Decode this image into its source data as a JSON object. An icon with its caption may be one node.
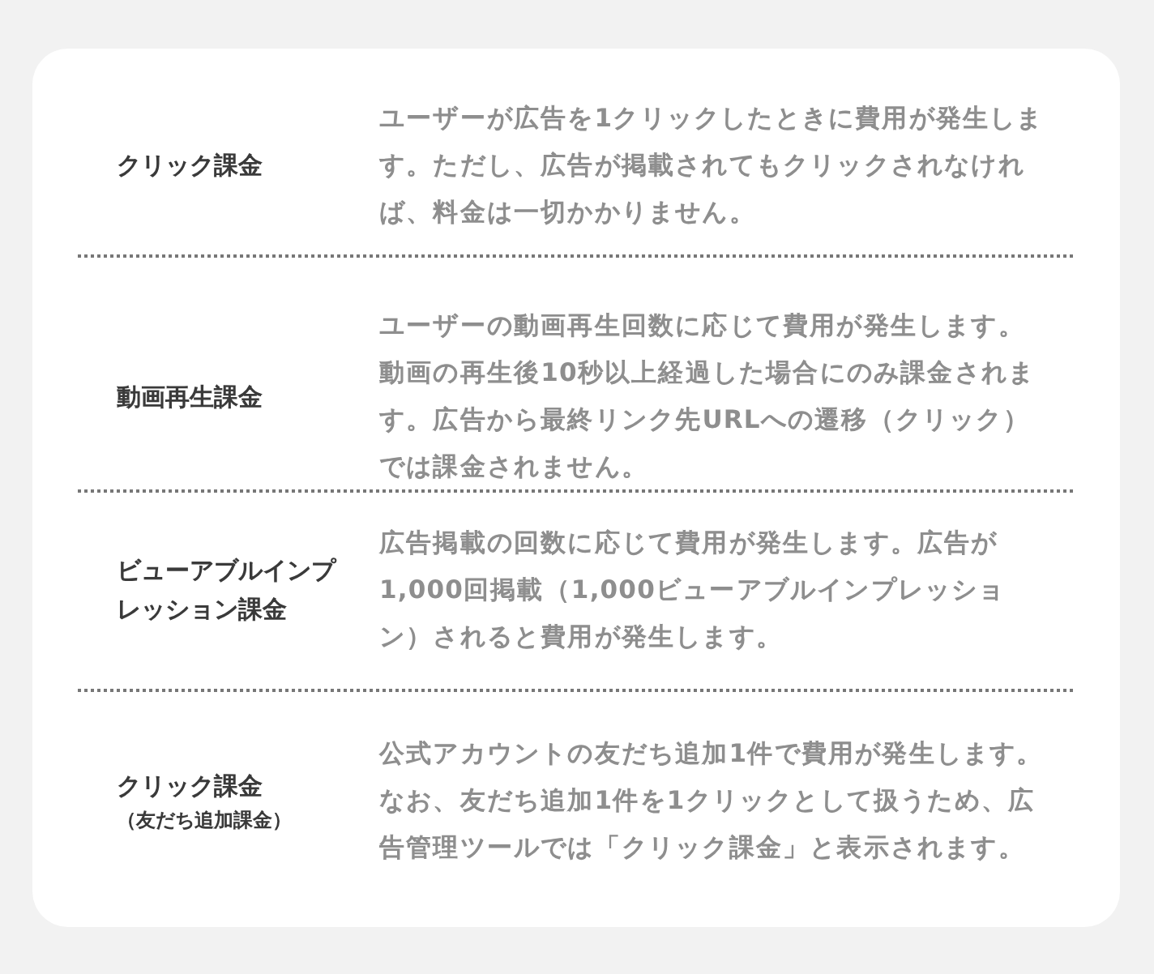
{
  "diagram": {
    "labels": [
      "クリック課金",
      "ユーザーが広告を1クリックしたときに費用が発生します。ただし、広告が掲載されてもクリックされなければ、料金は一切かかりません。",
      "動画再生課金",
      "ユーザーの動画再生回数に応じて費用が発生します。動画の再生後10秒以上経過した場合にのみ課金されます。広告から最終リンク先URLへの遷移（クリック）では課金されません。",
      "ビューアブルインプレッション課金",
      "広告掲載の回数に応じて費用が発生します。広告が1,000回掲載（1,000ビューアブルインプレッション）されると費用が発生します。",
      "クリック課金",
      "（友だち追加課金）",
      "公式アカウントの友だち追加1件で費用が発生します。なお、友だち追加1件を1クリックとして扱うため、広告管理ツールでは「クリック課金」と表示されます。"
    ]
  }
}
